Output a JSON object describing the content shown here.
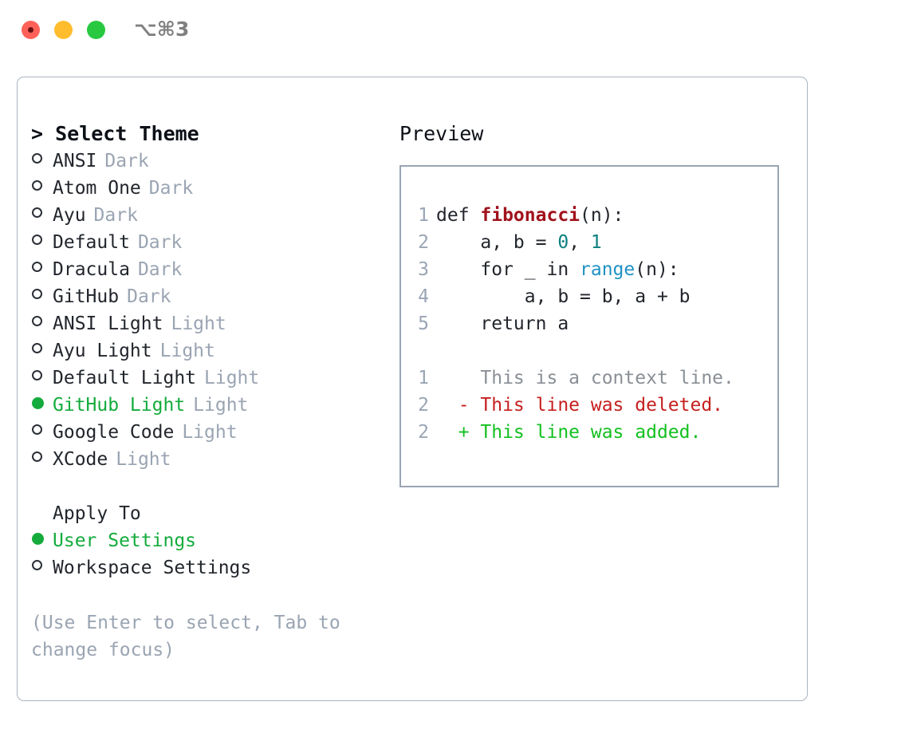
{
  "titlebar": {
    "shortcut": "⌥⌘3",
    "lights": [
      {
        "name": "close",
        "color": "#ff6159"
      },
      {
        "name": "minimize",
        "color": "#ffbd2e"
      },
      {
        "name": "maximize",
        "color": "#28c840"
      }
    ]
  },
  "theme_list": {
    "title": "> Select Theme",
    "items": [
      {
        "label": "ANSI",
        "tag": "Dark",
        "selected": false
      },
      {
        "label": "Atom One",
        "tag": "Dark",
        "selected": false
      },
      {
        "label": "Ayu",
        "tag": "Dark",
        "selected": false
      },
      {
        "label": "Default",
        "tag": "Dark",
        "selected": false
      },
      {
        "label": "Dracula",
        "tag": "Dark",
        "selected": false
      },
      {
        "label": "GitHub",
        "tag": "Dark",
        "selected": false
      },
      {
        "label": "ANSI Light",
        "tag": "Light",
        "selected": false
      },
      {
        "label": "Ayu Light",
        "tag": "Light",
        "selected": false
      },
      {
        "label": "Default Light",
        "tag": "Light",
        "selected": false
      },
      {
        "label": "GitHub Light",
        "tag": "Light",
        "selected": true
      },
      {
        "label": "Google Code",
        "tag": "Light",
        "selected": false
      },
      {
        "label": "XCode",
        "tag": "Light",
        "selected": false
      }
    ]
  },
  "apply_to": {
    "title": "Apply To",
    "items": [
      {
        "label": "User Settings",
        "selected": true
      },
      {
        "label": "Workspace Settings",
        "selected": false
      }
    ]
  },
  "hint": "(Use Enter to select, Tab to change focus)",
  "preview": {
    "title": "Preview",
    "code_lines": [
      {
        "lineno": "1",
        "tokens": [
          {
            "text": "def ",
            "kind": "plain"
          },
          {
            "text": "fibonacci",
            "kind": "fn"
          },
          {
            "text": "(n):",
            "kind": "plain"
          }
        ]
      },
      {
        "lineno": "2",
        "tokens": [
          {
            "text": "    a, b = ",
            "kind": "plain"
          },
          {
            "text": "0",
            "kind": "num"
          },
          {
            "text": ", ",
            "kind": "plain"
          },
          {
            "text": "1",
            "kind": "num"
          }
        ]
      },
      {
        "lineno": "3",
        "tokens": [
          {
            "text": "    for _ in ",
            "kind": "plain"
          },
          {
            "text": "range",
            "kind": "call"
          },
          {
            "text": "(n):",
            "kind": "plain"
          }
        ]
      },
      {
        "lineno": "4",
        "tokens": [
          {
            "text": "        a, b = b, a + b",
            "kind": "plain"
          }
        ]
      },
      {
        "lineno": "5",
        "tokens": [
          {
            "text": "    return a",
            "kind": "plain"
          }
        ]
      }
    ],
    "diff_lines": [
      {
        "lineno": "1",
        "marker": " ",
        "text": "This is a context line.",
        "kind": "ctx"
      },
      {
        "lineno": "2",
        "marker": "-",
        "text": "This line was deleted.",
        "kind": "del"
      },
      {
        "lineno": "2",
        "marker": "+",
        "text": "This line was added.",
        "kind": "add"
      }
    ]
  },
  "colors": {
    "accent_green": "#14ab3c",
    "muted": "#9aa4b2",
    "border": "#aab4c0",
    "preview_border": "#9aa5b4",
    "fn_red": "#a0121c",
    "call_blue": "#1f92c4",
    "num_teal": "#0b7f7f",
    "diff_del": "#c62020",
    "diff_add": "#14c020"
  }
}
